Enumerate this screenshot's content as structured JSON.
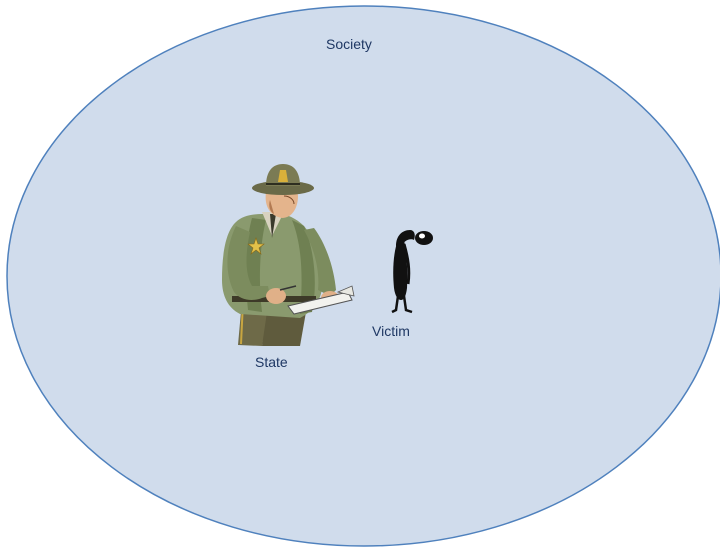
{
  "diagram": {
    "society_label": "Society",
    "state_label": "State",
    "victim_label": "Victim",
    "colors": {
      "society_fill": "#d0dcec",
      "society_stroke": "#4f81bd",
      "label_text": "#1f3864"
    },
    "icons": {
      "state": "police-officer-icon",
      "victim": "slumped-figure-icon"
    }
  }
}
